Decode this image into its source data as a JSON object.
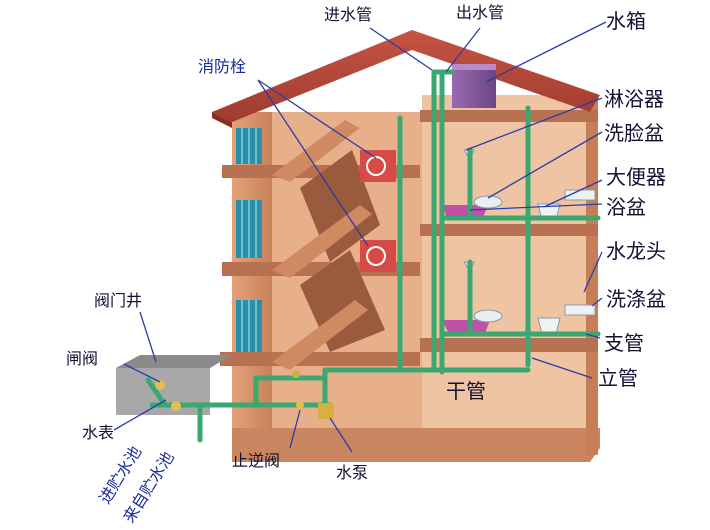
{
  "labels": {
    "inlet_pipe": "进水管",
    "outlet_pipe": "出水管",
    "water_tank": "水箱",
    "fire_hydrant": "消防栓",
    "shower": "淋浴器",
    "washbasin": "洗脸盆",
    "toilet": "大便器",
    "bathtub": "浴盆",
    "faucet": "水龙头",
    "sink": "洗涤盆",
    "branch_pipe": "支管",
    "riser_pipe": "立管",
    "main_pipe": "干管",
    "valve_well": "阀门井",
    "gate_valve": "闸阀",
    "water_meter": "水表",
    "to_reservoir": "进贮水池",
    "from_reservoir": "来自贮水池",
    "check_valve": "止逆阀",
    "pump": "水泵"
  },
  "colors": {
    "wall": "#d9946a",
    "roof": "#b8483a",
    "pipe": "#3aa870",
    "label_dark": "#111133",
    "label_blue": "#1a2a9a"
  }
}
